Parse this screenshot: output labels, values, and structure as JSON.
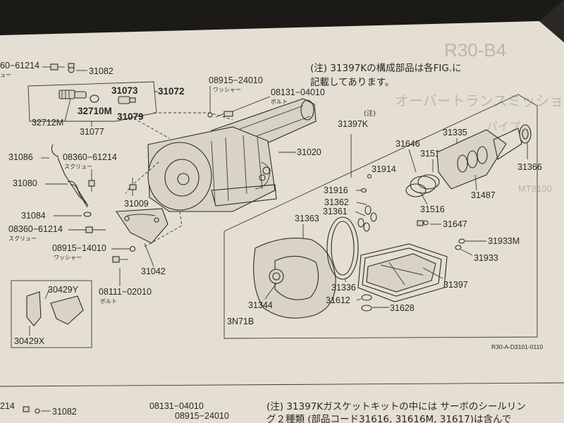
{
  "colors": {
    "paper": "#e4dfd2",
    "ink": "#2a2825",
    "background": "#1b1a17"
  },
  "diagram": {
    "reference_code": "R30-A-D3101-0110",
    "model_code": "3N71B",
    "header_fragments": [
      "R30-B4",
      "オーバートランスミッション",
      "パイプ",
      "MT8100"
    ],
    "note": {
      "line1": "(注) 31397Kの構成部品は各FIG.に",
      "line2": "記載してあります。"
    },
    "kit_label": {
      "prefix": "(注)",
      "code": "31397K"
    },
    "labels": {
      "l60_61214_top": "60−61214",
      "l31082_top": "31082",
      "l31073": "31073",
      "l31072": "31072",
      "l32712m": "32712M",
      "l32710m": "32710M",
      "l31079": "31079",
      "l31077": "31077",
      "l08915_24010": "08915−24010",
      "washer1": "ワッシャー",
      "l08131_04010": "08131−04010",
      "bolt1": "ボルト",
      "l31086": "31086",
      "l08360_61214a": "08360−61214",
      "screw1": "スクリュー",
      "l31020": "31020",
      "l31080": "31080",
      "l31009": "31009",
      "l31084": "31084",
      "l08360_61214b": "08360−61214",
      "screw2": "スクリュー",
      "l08915_14010": "08915−14010",
      "washer2": "ワッシャー",
      "l31042": "31042",
      "l08111_02010": "08111−02010",
      "bolt2": "ボルト",
      "l30429y": "30429Y",
      "l30429x": "30429X",
      "l31914": "31914",
      "l31916": "31916",
      "l31362": "31362",
      "l31361": "31361",
      "l31363": "31363",
      "l31646": "31646",
      "l31517": "31517",
      "l31335": "31335",
      "l31366": "31366",
      "l31487": "31487",
      "l31516": "31516",
      "l31647": "31647",
      "l31933m": "31933M",
      "l31933": "31933",
      "l31397": "31397",
      "l31344": "31344",
      "l31336": "31336",
      "l31612": "31612",
      "l31628": "31628"
    },
    "next_page": {
      "l214": "214",
      "l31082": "31082",
      "l08131_04010": "08131−04010",
      "l08915_24010": "08915−24010",
      "note_line1": "(注) 31397Kガスケットキットの中には サーボのシールリン",
      "note_line2": "グ２種類 (部品コード31616, 31616M, 31617)は含んで"
    }
  }
}
